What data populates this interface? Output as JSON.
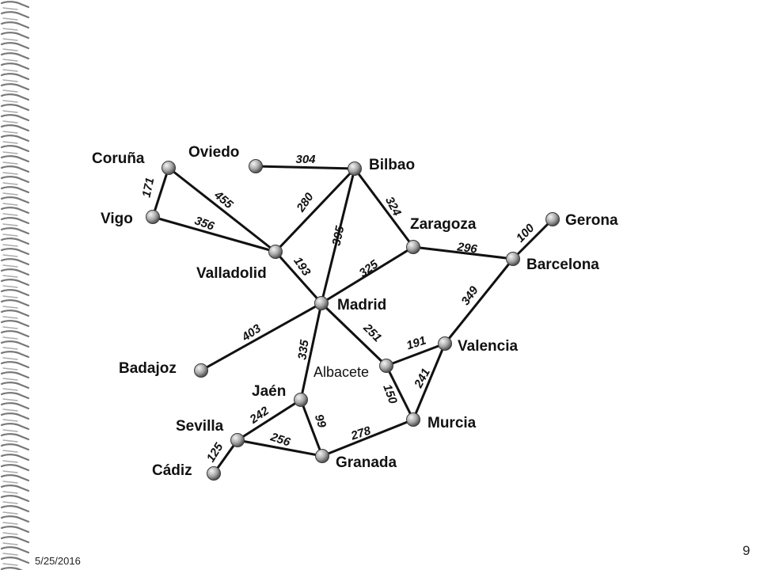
{
  "footer": {
    "date": "5/25/2016",
    "slide_number": "9"
  },
  "colors": {
    "node_light": "#f2f2f2",
    "node_dark": "#555555",
    "edge": "#111111"
  },
  "cities": [
    {
      "id": "coruna",
      "name": "Coruña"
    },
    {
      "id": "oviedo",
      "name": "Oviedo"
    },
    {
      "id": "bilbao",
      "name": "Bilbao"
    },
    {
      "id": "vigo",
      "name": "Vigo"
    },
    {
      "id": "valladolid",
      "name": "Valladolid"
    },
    {
      "id": "zaragoza",
      "name": "Zaragoza"
    },
    {
      "id": "gerona",
      "name": "Gerona"
    },
    {
      "id": "barcelona",
      "name": "Barcelona"
    },
    {
      "id": "madrid",
      "name": "Madrid"
    },
    {
      "id": "badajoz",
      "name": "Badajoz"
    },
    {
      "id": "valencia",
      "name": "Valencia"
    },
    {
      "id": "albacete",
      "name": "Albacete"
    },
    {
      "id": "jaen",
      "name": "Jaén"
    },
    {
      "id": "murcia",
      "name": "Murcia"
    },
    {
      "id": "sevilla",
      "name": "Sevilla"
    },
    {
      "id": "granada",
      "name": "Granada"
    },
    {
      "id": "cadiz",
      "name": "Cádiz"
    }
  ],
  "roads": [
    {
      "from": "coruna",
      "to": "vigo",
      "distance": "171"
    },
    {
      "from": "coruna",
      "to": "valladolid",
      "distance": "455"
    },
    {
      "from": "vigo",
      "to": "valladolid",
      "distance": "356"
    },
    {
      "from": "oviedo",
      "to": "bilbao",
      "distance": "304"
    },
    {
      "from": "valladolid",
      "to": "bilbao",
      "distance": "280"
    },
    {
      "from": "valladolid",
      "to": "madrid",
      "distance": "193"
    },
    {
      "from": "bilbao",
      "to": "madrid",
      "distance": "395"
    },
    {
      "from": "bilbao",
      "to": "zaragoza",
      "distance": "324"
    },
    {
      "from": "madrid",
      "to": "zaragoza",
      "distance": "325"
    },
    {
      "from": "zaragoza",
      "to": "barcelona",
      "distance": "296"
    },
    {
      "from": "barcelona",
      "to": "gerona",
      "distance": "100"
    },
    {
      "from": "barcelona",
      "to": "valencia",
      "distance": "349"
    },
    {
      "from": "madrid",
      "to": "badajoz",
      "distance": "403"
    },
    {
      "from": "madrid",
      "to": "albacete",
      "distance": "251"
    },
    {
      "from": "madrid",
      "to": "jaen",
      "distance": "335"
    },
    {
      "from": "albacete",
      "to": "valencia",
      "distance": "191"
    },
    {
      "from": "albacete",
      "to": "murcia",
      "distance": "150"
    },
    {
      "from": "valencia",
      "to": "murcia",
      "distance": "241"
    },
    {
      "from": "jaen",
      "to": "sevilla",
      "distance": "242"
    },
    {
      "from": "jaen",
      "to": "granada",
      "distance": "99"
    },
    {
      "from": "sevilla",
      "to": "granada",
      "distance": "256"
    },
    {
      "from": "granada",
      "to": "murcia",
      "distance": "278"
    },
    {
      "from": "sevilla",
      "to": "cadiz",
      "distance": "125"
    }
  ]
}
